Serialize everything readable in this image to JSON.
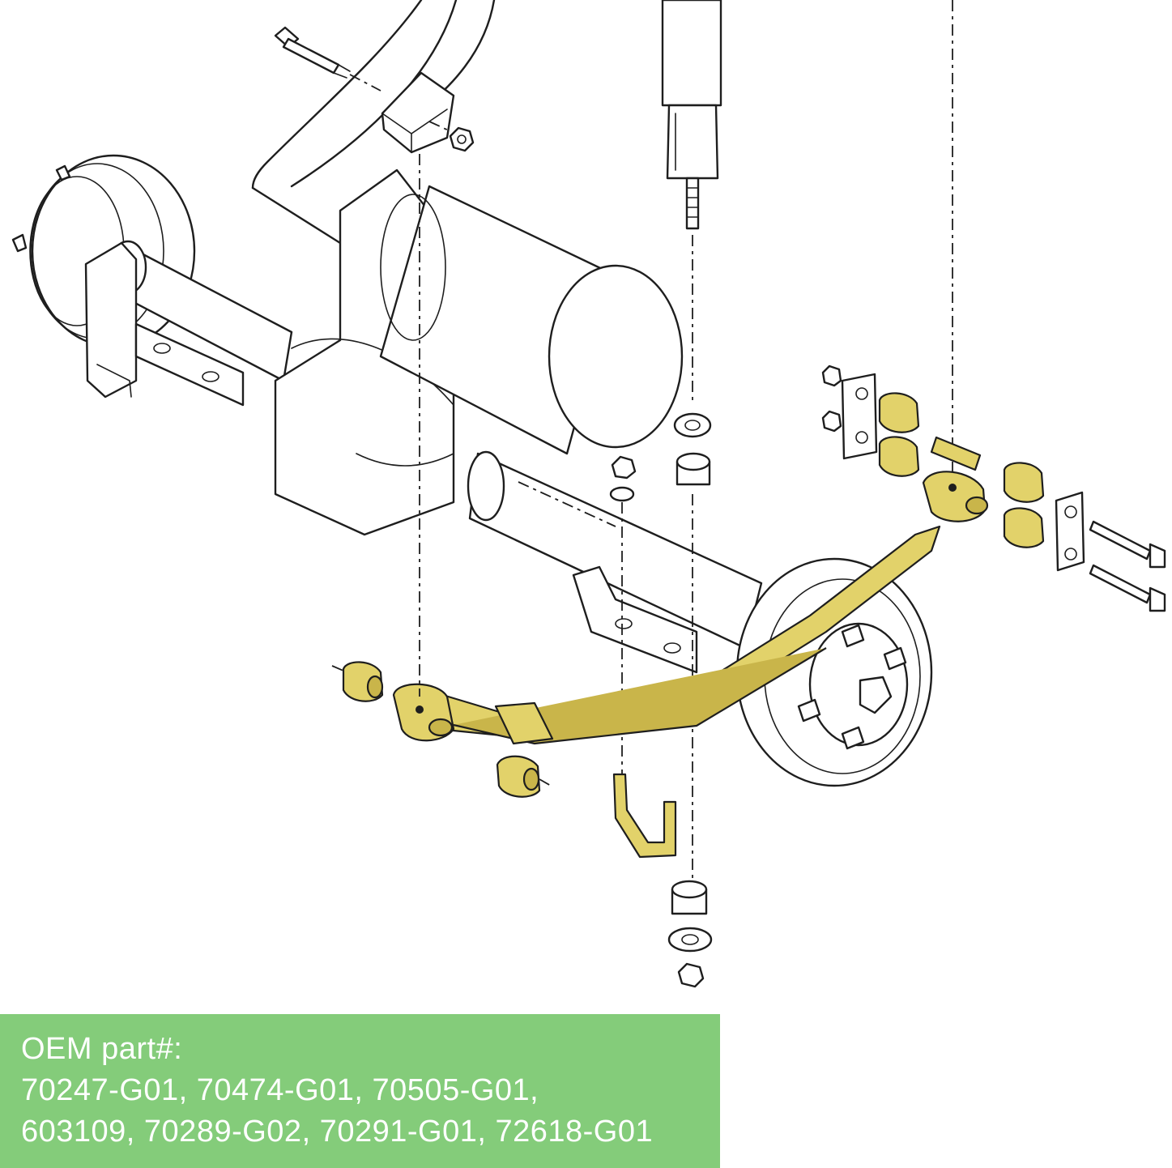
{
  "oem_label": {
    "heading": "OEM part#:",
    "parts_line_1": "70247-G01, 70474-G01, 70505-G01,",
    "parts_line_2": "603109, 70289-G02, 70291-G01, 72618-G01"
  },
  "colors": {
    "highlight_parts": "#e2d26a",
    "banner_background": "#84cc7a",
    "banner_text": "#ffffff",
    "line_art": "#1e1e1e"
  }
}
